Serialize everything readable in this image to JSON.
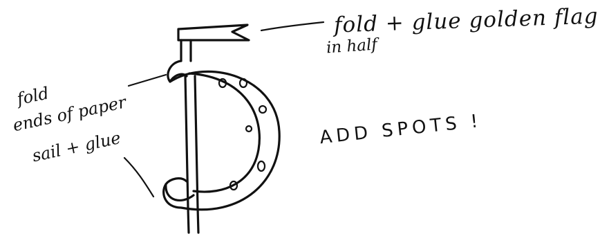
{
  "annotations": {
    "flag_line1": "fold + glue golden flag",
    "flag_line2": "in half",
    "fold_line1": "fold",
    "fold_line2": "ends of paper",
    "fold_line3": "sail + glue",
    "spots": "ADD SPOTS !"
  },
  "colors": {
    "ink": "#111111",
    "paper": "#ffffff"
  }
}
